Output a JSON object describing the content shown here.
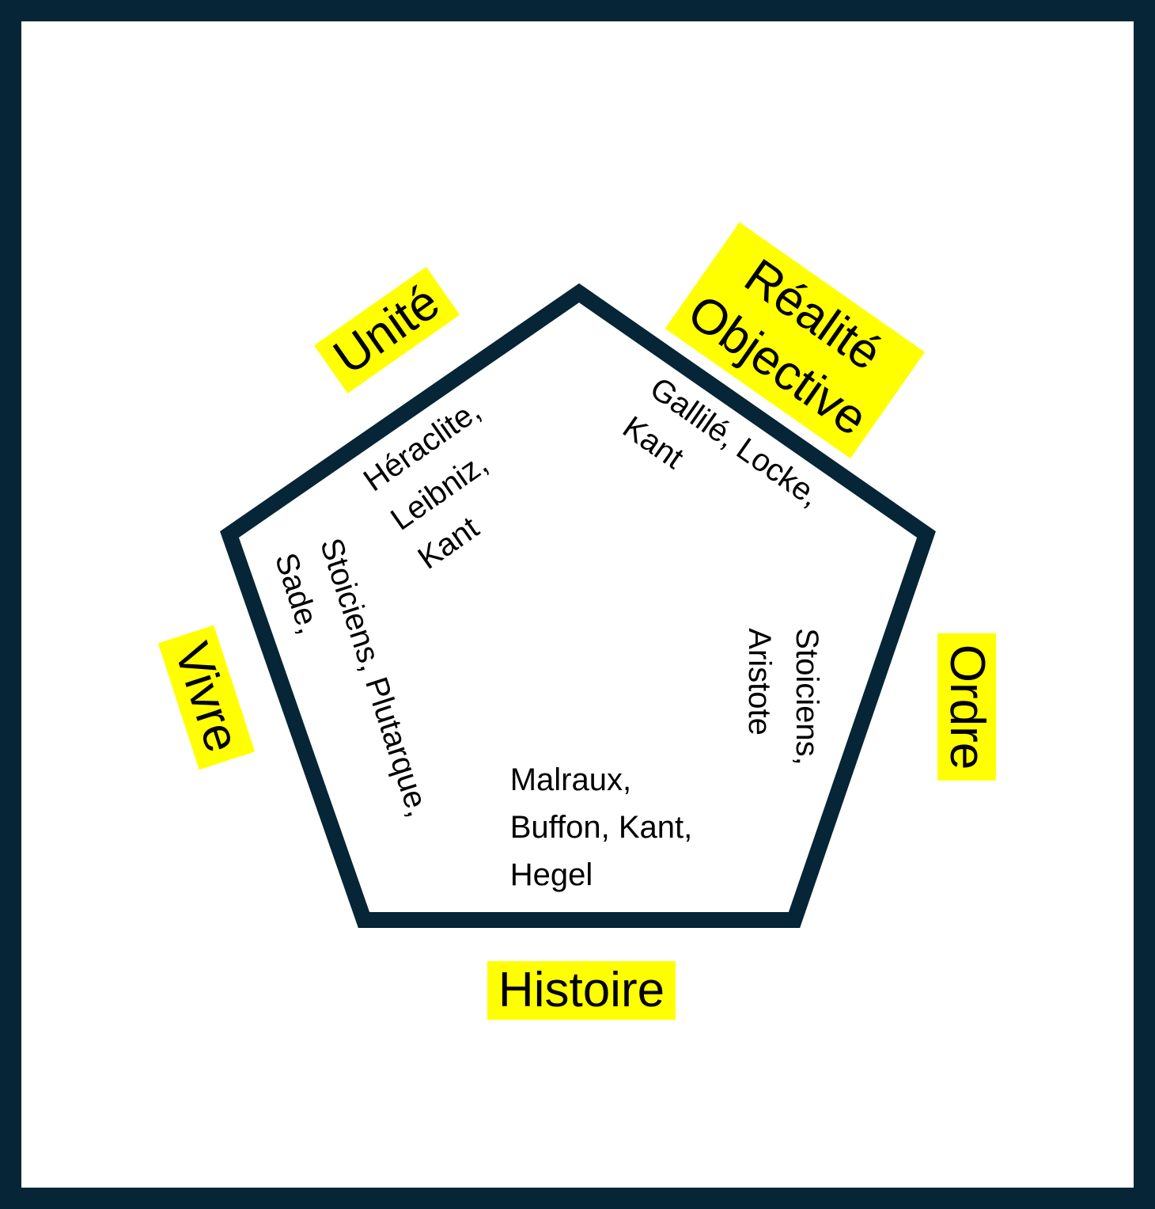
{
  "colors": {
    "frame": "#062536",
    "pentagon_stroke": "#062536",
    "highlight": "#ffff00",
    "text": "#000000",
    "background": "#ffffff"
  },
  "labels": {
    "unite": "Unité",
    "realite_line1": "Réalité",
    "realite_line2": "Objective",
    "ordre": "Ordre",
    "histoire": "Histoire",
    "vivre": "Vivre"
  },
  "names": {
    "unite": [
      "Héraclite,",
      "Leibniz,",
      "Kant"
    ],
    "realite": [
      "Gallilé, Locke,",
      "Kant"
    ],
    "ordre": [
      "Stoiciens,",
      "Aristote"
    ],
    "histoire": [
      "Malraux,",
      "Buffon, Kant,",
      "Hegel"
    ],
    "vivre": [
      "Stoiciens, Plutarque,",
      "Sade,"
    ]
  }
}
